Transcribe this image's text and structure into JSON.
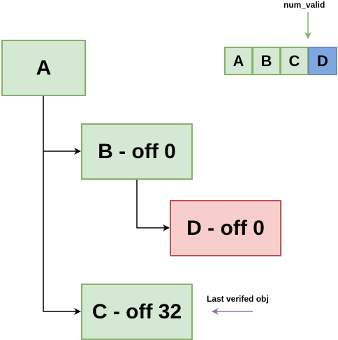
{
  "nodes": {
    "a": "A",
    "b": "B - off 0",
    "c": "C - off 32",
    "d": "D - off 0"
  },
  "array": {
    "cells": [
      "A",
      "B",
      "C",
      "D"
    ]
  },
  "labels": {
    "num_valid": "num_valid",
    "last_verified": "Last verifed obj"
  },
  "colors": {
    "green_fill": "#d5e8d4",
    "green_stroke": "#82b366",
    "red_fill": "#f8cecc",
    "red_stroke": "#b85450",
    "blue_fill": "#7ea6e0",
    "blue_stroke": "#6c8ebf",
    "num_valid_arrow": "#82b366",
    "last_verified_arrow": "#9673a6"
  }
}
